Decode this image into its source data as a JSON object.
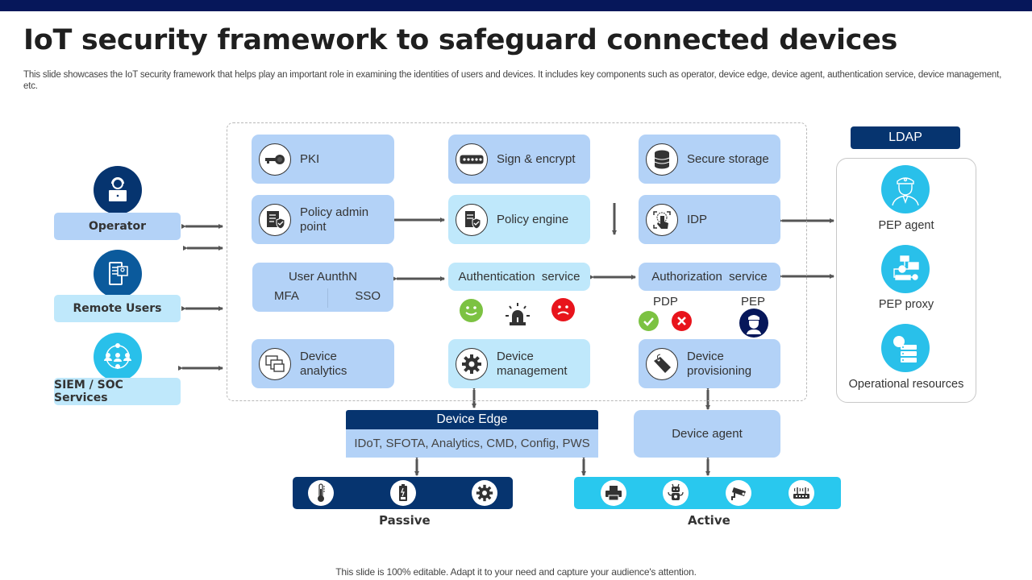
{
  "title": "IoT security framework to safeguard connected devices",
  "subtitle": "This slide showcases the IoT security framework that helps play an important role in examining the identities of users and devices. It includes key components such as operator, device edge, device agent, authentication service, device management, etc.",
  "footer": "This slide is 100% editable. Adapt it to your need and capture your audience's attention.",
  "colors": {
    "top_bar": "#06175a",
    "dark_blue": "#06346f",
    "box_blue": "#b3d2f7",
    "box_light": "#bfe8fb",
    "cyan": "#29c0ea",
    "success_green": "#7cc242",
    "error_red": "#e8141c"
  },
  "actors": [
    {
      "label": "Operator",
      "icon": "operator-headset-laptop-icon"
    },
    {
      "label": "Remote Users",
      "icon": "mobile-user-profile-icon"
    },
    {
      "label": "SIEM / SOC Services",
      "icon": "people-network-icon"
    }
  ],
  "framework": {
    "pki": {
      "label": "PKI",
      "icon": "key-icon"
    },
    "sign_encrypt": {
      "label": "Sign & encrypt",
      "icon": "password-field-icon"
    },
    "secure_storage": {
      "label": "Secure storage",
      "icon": "database-icon"
    },
    "policy_admin": {
      "label": "Policy admin point",
      "line1": "Policy admin",
      "line2": "point",
      "icon": "policy-checklist-icon"
    },
    "policy_engine": {
      "label": "Policy engine",
      "icon": "policy-shield-icon"
    },
    "idp": {
      "label": "IDP",
      "icon": "fingerprint-touch-icon"
    },
    "user_authn": {
      "title": "User AunthN",
      "left": "MFA",
      "right": "SSO"
    },
    "authentication_service": {
      "label": "Authentication  service",
      "status_icons": [
        "happy-face-icon",
        "alarm-siren-icon",
        "sad-face-icon"
      ]
    },
    "authorization_service": {
      "label": "Authorization  service",
      "pdp_label": "PDP",
      "pep_label": "PEP",
      "pdp_icons": [
        "check-icon",
        "cross-icon"
      ],
      "pep_icon": "officer-icon"
    },
    "device_analytics": {
      "line1": "Device",
      "line2": "analytics",
      "icon": "monitors-icon"
    },
    "device_management": {
      "line1": "Device",
      "line2": "management",
      "icon": "gear-icon"
    },
    "device_provisioning": {
      "line1": "Device",
      "line2": "provisioning",
      "icon": "tag-icon"
    }
  },
  "ldap": {
    "title": "LDAP",
    "items": [
      {
        "label": "PEP  agent",
        "icon": "officer-icon"
      },
      {
        "label": "PEP  proxy",
        "icon": "flowchart-icon"
      },
      {
        "label": "Operational resources",
        "icon": "server-stack-icon"
      }
    ]
  },
  "device_edge": {
    "title": "Device Edge",
    "body": "IDoT, SFOTA, Analytics, CMD, Config, PWS"
  },
  "device_agent": {
    "label": "Device agent"
  },
  "passive": {
    "label": "Passive",
    "icons": [
      "thermometer-icon",
      "battery-icon",
      "gear-icon"
    ]
  },
  "active": {
    "label": "Active",
    "icons": [
      "printer-icon",
      "robot-icon",
      "cctv-camera-icon",
      "router-icon"
    ]
  }
}
